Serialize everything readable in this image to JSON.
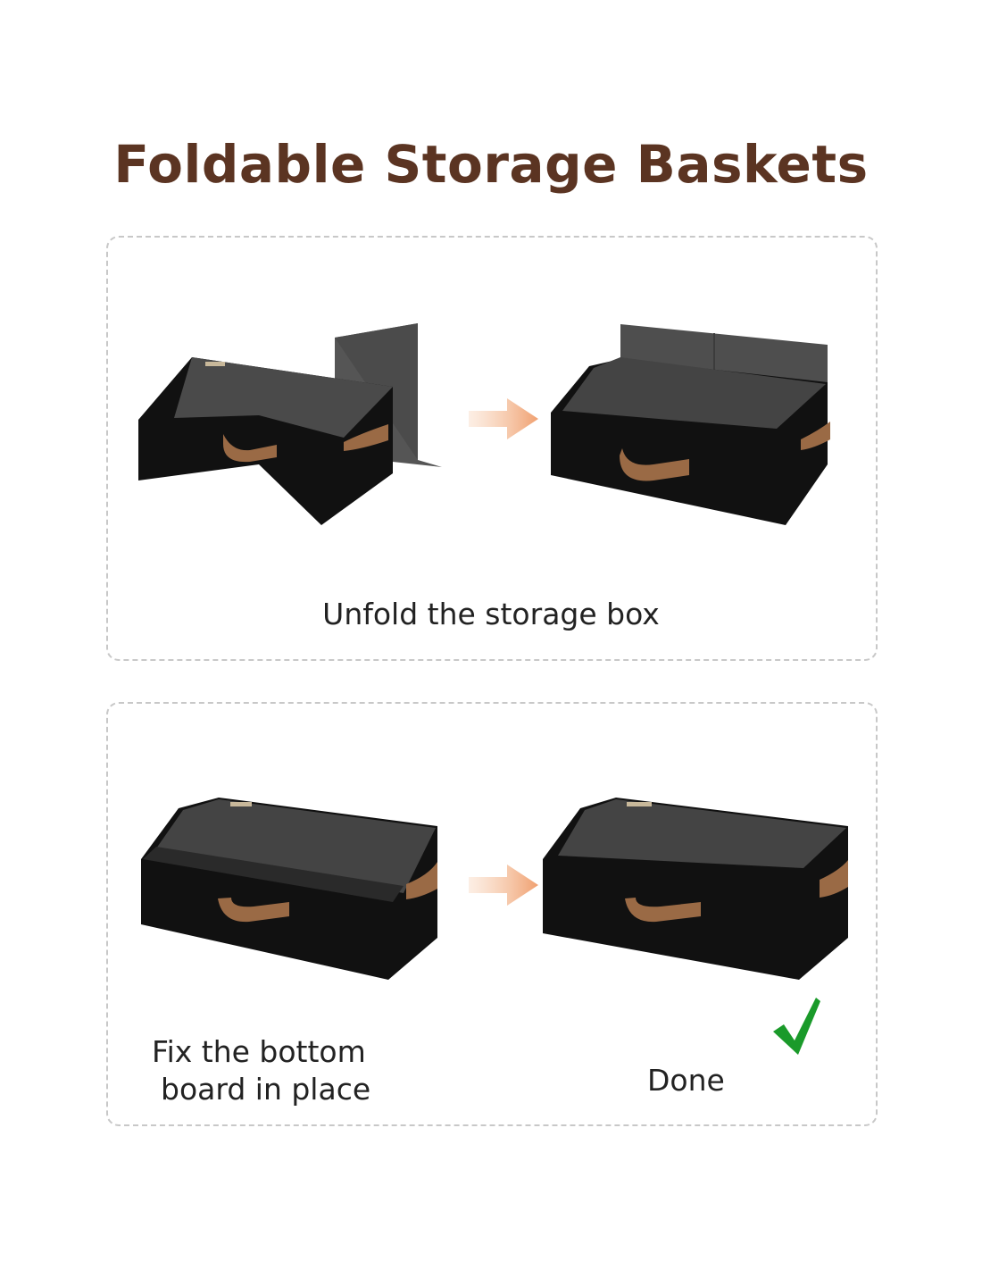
{
  "title": "Foldable Storage Baskets",
  "steps": [
    {
      "caption": "Unfold the storage box"
    },
    {
      "caption_line1": "Fix the bottom",
      "caption_line2": "board in place"
    },
    {
      "caption": "Done"
    }
  ],
  "colors": {
    "title": "#5b3422",
    "box": "#111111",
    "interior": "#4a4a4a",
    "handle": "#9a6a45",
    "arrow": "#f0a070",
    "check": "#1a9a2a"
  }
}
